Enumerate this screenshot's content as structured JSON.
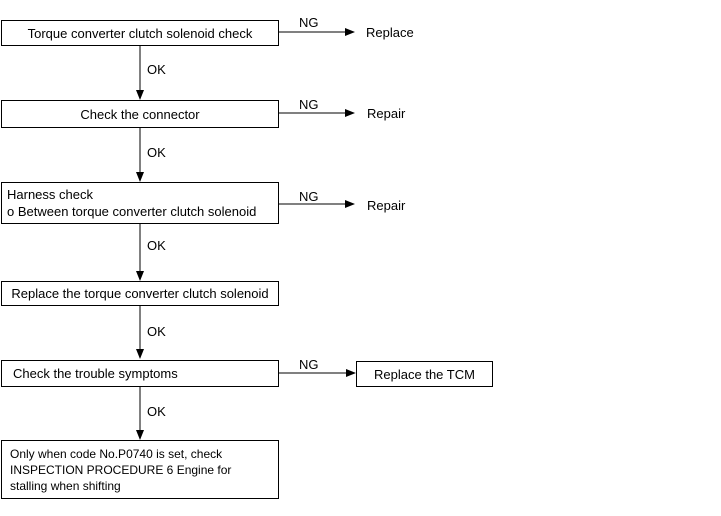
{
  "steps": [
    {
      "lines": [
        "Torque converter clutch solenoid check"
      ]
    },
    {
      "lines": [
        "Check the connector"
      ]
    },
    {
      "lines": [
        "Harness check",
        "o Between torque converter clutch solenoid"
      ]
    },
    {
      "lines": [
        "Replace the  torque converter clutch solenoid"
      ]
    },
    {
      "lines": [
        "Check the trouble symptoms"
      ]
    },
    {
      "lines": [
        "Only when code No.P0740 is set, check",
        "INSPECTION PROCEDURE 6 Engine for",
        "stalling when shifting"
      ]
    }
  ],
  "ok_label": "OK",
  "ng_label": "NG",
  "outcomes": [
    {
      "text": "Replace"
    },
    {
      "text": "Repair"
    },
    {
      "text": "Repair"
    },
    {
      "text": "Replace the TCM"
    }
  ]
}
